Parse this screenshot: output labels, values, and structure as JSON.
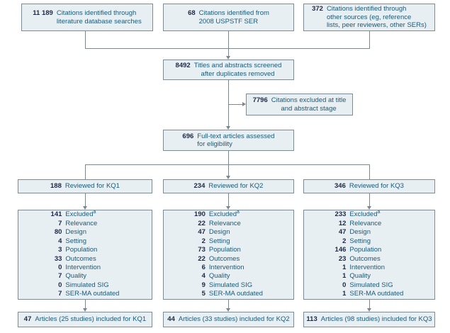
{
  "colors": {
    "box_fill": "#e8eff3",
    "box_border": "#7c8b95",
    "number_color": "#1d2945",
    "label_color": "#1a5a78",
    "line_color": "#7d878e"
  },
  "flow": {
    "sources": [
      {
        "count": "11 189",
        "label": "Citations identified through\nliterature database searches"
      },
      {
        "count": "68",
        "label": "Citations identified from\n2008 USPSTF SER"
      },
      {
        "count": "372",
        "label": "Citations identified through\nother sources (eg, reference\nlists, peer reviewers, other SERs)"
      }
    ],
    "screened": {
      "count": "8492",
      "label": "Titles and abstracts screened\nafter duplicates removed"
    },
    "title_abstract_excluded": {
      "count": "7796",
      "label": "Citations excluded at title\nand abstract stage"
    },
    "full_text": {
      "count": "696",
      "label": "Full-text articles assessed\nfor eligibility"
    },
    "reviewed": [
      {
        "count": "188",
        "label": "Reviewed for KQ1"
      },
      {
        "count": "234",
        "label": "Reviewed for KQ2"
      },
      {
        "count": "346",
        "label": "Reviewed for KQ3"
      }
    ],
    "excluded_header": "Excluded",
    "footnote_marker": "a",
    "exclusion_categories": [
      "Relevance",
      "Design",
      "Setting",
      "Population",
      "Outcomes",
      "Intervention",
      "Quality",
      "Simulated SIG",
      "SER-MA outdated"
    ],
    "excluded": [
      {
        "total": "141",
        "values": [
          "7",
          "80",
          "4",
          "3",
          "33",
          "0",
          "7",
          "0",
          "7"
        ]
      },
      {
        "total": "190",
        "values": [
          "22",
          "47",
          "2",
          "73",
          "22",
          "6",
          "4",
          "9",
          "5"
        ]
      },
      {
        "total": "233",
        "values": [
          "12",
          "47",
          "2",
          "146",
          "23",
          "1",
          "1",
          "0",
          "1"
        ]
      }
    ],
    "included": [
      {
        "count": "47",
        "label": "Articles (25 studies) included for KQ1"
      },
      {
        "count": "44",
        "label": "Articles (33 studies) included for KQ2"
      },
      {
        "count": "113",
        "label": "Articles (98 studies) included for KQ3"
      }
    ]
  }
}
